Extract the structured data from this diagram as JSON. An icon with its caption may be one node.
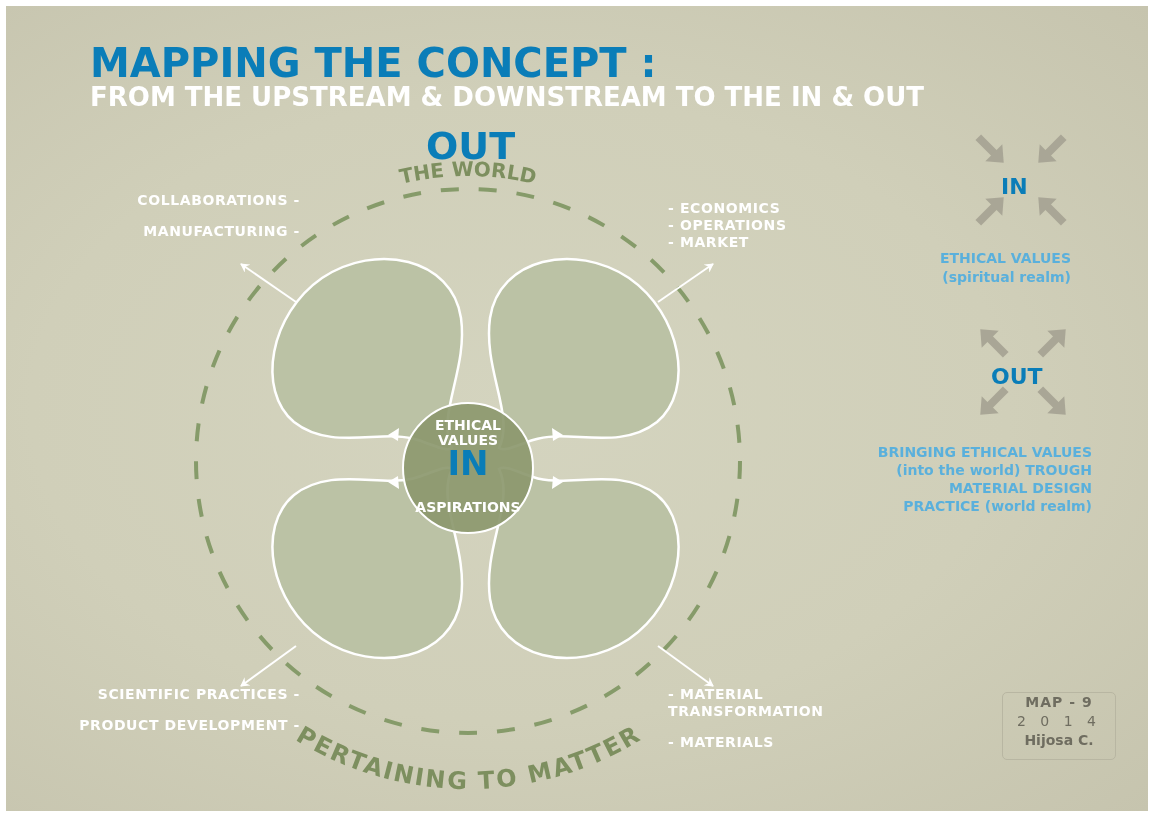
{
  "diagram": {
    "title": "MAPPING THE CONCEPT :",
    "nodes": [
      {
        "text": [
          "ETHICAL VALUES",
          "IN",
          "ASPIRATIONS"
        ]
      },
      {
        "text": [],
        "shape": "leaf"
      },
      {
        "text": [],
        "shape": "leaf"
      },
      {
        "text": [],
        "shape": "leaf"
      },
      {
        "text": [],
        "shape": "leaf"
      },
      {
        "text": [
          "COLLABORATIONS -",
          "MANUFACTURING -"
        ]
      },
      {
        "text": [
          "- ECONOMICS",
          "- OPERATIONS",
          "- MARKET"
        ]
      },
      {
        "text": [
          "SCIENTIFIC PRACTICES -",
          "PRODUCT DEVELOPMENT -"
        ]
      },
      {
        "text": [
          "- MATERIAL TRANSFORMATION",
          "- MATERIALS"
        ]
      },
      {
        "text": [
          "MAP - 9",
          "2 0 1 4",
          "Hijosa C."
        ]
      }
    ],
    "edges": [
      {
        "from": 1,
        "to": 5,
        "arrow": "to"
      },
      {
        "from": 2,
        "to": 6,
        "arrow": "to"
      },
      {
        "from": 3,
        "to": 7,
        "arrow": "to"
      },
      {
        "from": 4,
        "to": 8,
        "arrow": "to"
      }
    ],
    "labels": [
      "FROM THE UPSTREAM & DOWNSTREAM TO THE IN & OUT",
      "OUT",
      "THE WORLD",
      "PERTAINING TO MATTER",
      "IN",
      "ETHICAL VALUES (spiritual realm)",
      "OUT",
      "BRINGING ETHICAL VALUES (into the world) TROUGH MATERIAL DESIGN PRACTICE (world realm)"
    ]
  }
}
